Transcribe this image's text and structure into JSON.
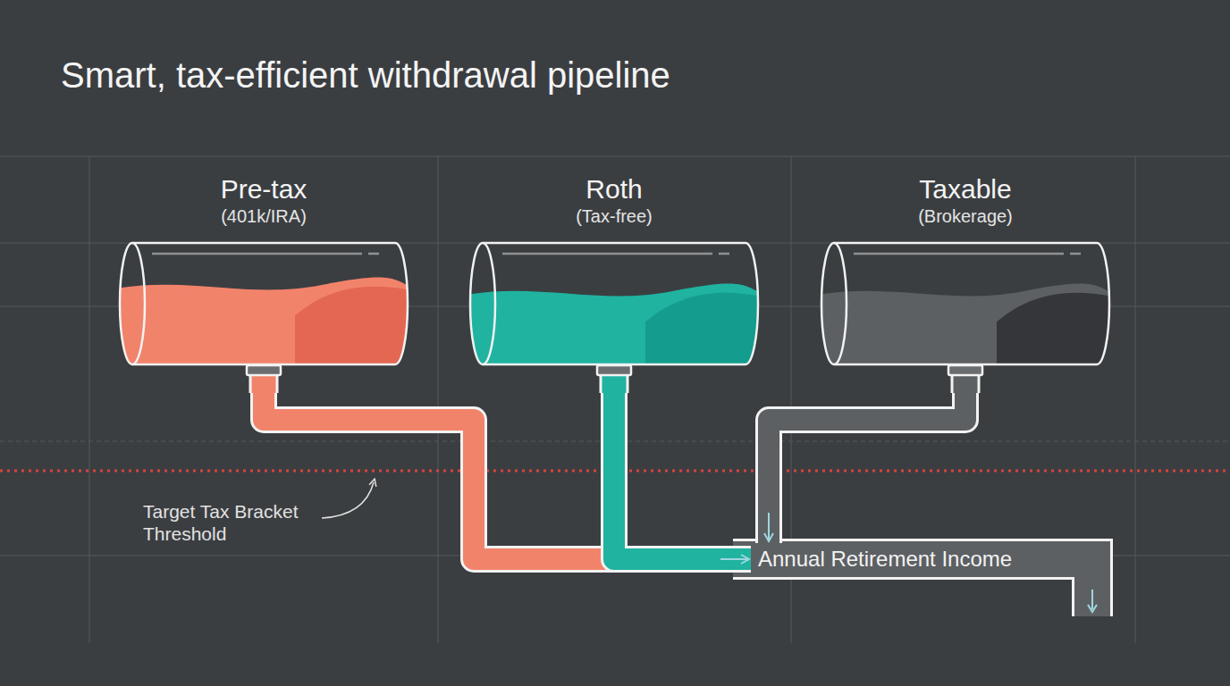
{
  "diagram": {
    "title": "Smart, tax-efficient withdrawal pipeline",
    "nodes": [
      {
        "text": [
          "Pre-tax",
          "(401k/IRA)"
        ]
      },
      {
        "text": [
          "Roth",
          "(Tax-free)"
        ]
      },
      {
        "text": [
          "Taxable",
          "(Brokerage)"
        ]
      },
      {
        "text": [
          "Annual Retirement Income"
        ]
      }
    ],
    "edges": [
      {
        "from": 0,
        "to": 3,
        "arrow": "to"
      },
      {
        "from": 1,
        "to": 3,
        "arrow": "to"
      },
      {
        "from": 2,
        "to": 3,
        "arrow": "to"
      }
    ],
    "labels": [
      "Target Tax Bracket Threshold"
    ]
  }
}
